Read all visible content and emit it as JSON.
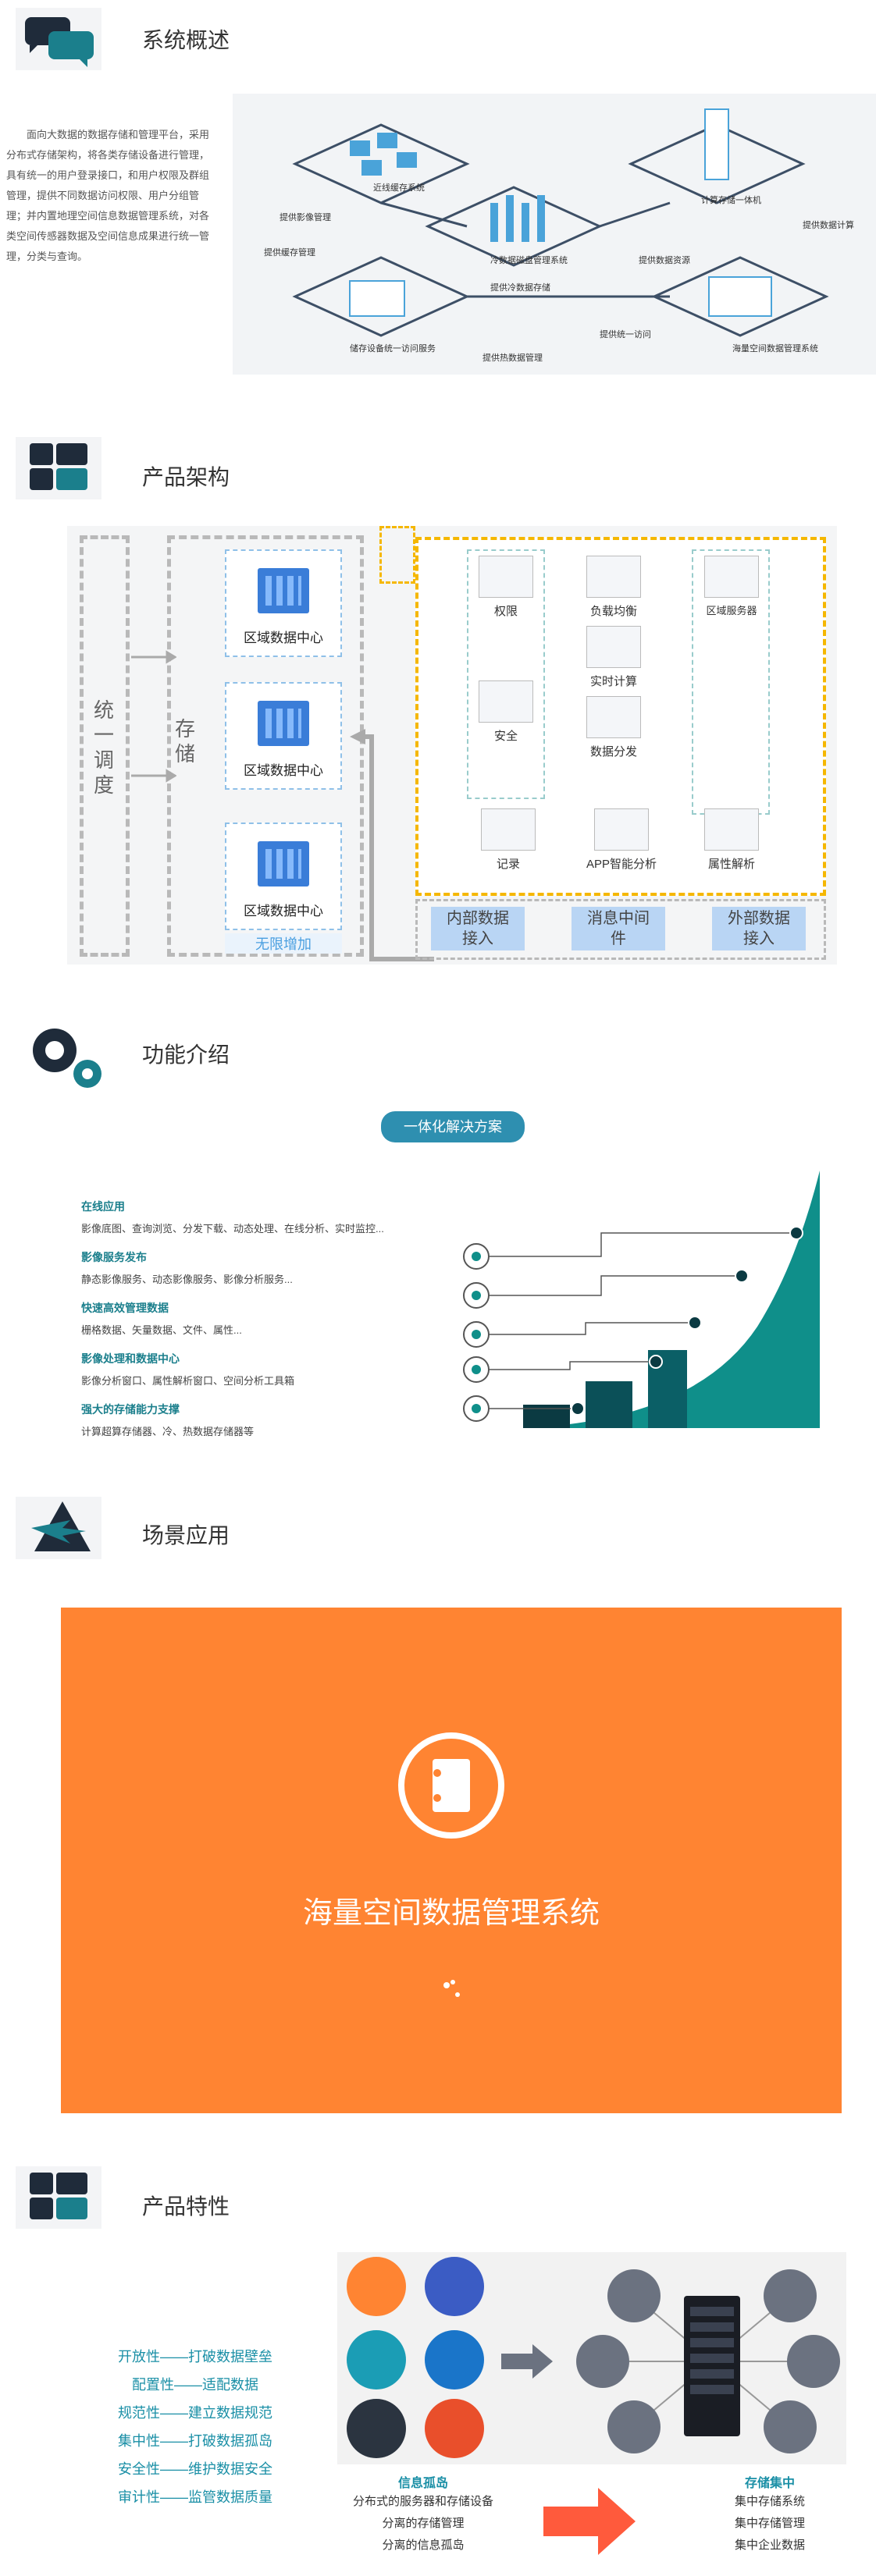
{
  "overview": {
    "title": "系统概述",
    "paragraph": "面向大数据的数据存储和管理平台，采用分布式存储架构，将各类存储设备进行管理，具有统一的用户登录接口，和用户权限及群组管理，提供不同数据访问权限、用户分组管理；并内置地理空间信息数据管理系统，对各类空间传感器数据及空间信息成果进行统一管理，分类与查询。",
    "diagram_labels": [
      "近线缓存系统",
      "计算存储一体机",
      "冷数据磁盘管理系统",
      "提供冷数据存储",
      "提供缓存管理",
      "提供热数据管理",
      "海量空间数据管理系统",
      "提供影像管理",
      "提供数据计算",
      "提供统一访问",
      "储存设备统一访问服务",
      "提供数据资源"
    ]
  },
  "architecture": {
    "title": "产品架构",
    "scheduling": "统一调度",
    "storage": "存储",
    "centers": [
      "区域数据中心",
      "区域数据中心",
      "区域数据中心"
    ],
    "unlimited": "无限增加",
    "modules": {
      "auth": "权限",
      "load": "负载均衡",
      "realtime": "实时计算",
      "security": "安全",
      "dist": "数据分发",
      "server": "区域服务器",
      "record": "记录",
      "app": "APP智能分析",
      "attr": "属性解析"
    },
    "bottom": [
      "内部数据接入",
      "消息中间件",
      "外部数据接入"
    ]
  },
  "features": {
    "title": "功能介绍",
    "pill": "一体化解决方案",
    "items": [
      {
        "h": "在线应用",
        "t": "影像底图、查询浏览、分发下载、动态处理、在线分析、实时监控..."
      },
      {
        "h": "影像服务发布",
        "t": "静态影像服务、动态影像服务、影像分析服务..."
      },
      {
        "h": "快速高效管理数据",
        "t": "栅格数据、矢量数据、文件、属性..."
      },
      {
        "h": "影像处理和数据中心",
        "t": "影像分析窗口、属性解析窗口、空间分析工具箱"
      },
      {
        "h": "强大的存储能力支撑",
        "t": "计算超算存储器、冷、热数据存储器等"
      }
    ]
  },
  "scenes": {
    "title": "场景应用",
    "banner": "海量空间数据管理系统"
  },
  "characteristics": {
    "title": "产品特性",
    "items": [
      "开放性——打破数据壁垒",
      "配置性——适配数据",
      "规范性——建立数据规范",
      "集中性——打破数据孤岛",
      "安全性——维护数据安全",
      "审计性——监管数据质量"
    ],
    "left_block": {
      "title": "信息孤岛",
      "lines": [
        "分布式的服务器和存储设备",
        "分离的存储管理",
        "分离的信息孤岛"
      ]
    },
    "right_block": {
      "title": "存储集中",
      "lines": [
        "集中存储系统",
        "集中存储管理",
        "集中企业数据"
      ]
    }
  },
  "colors": {
    "teal": "#1b7f8c",
    "orange": "#ff8432",
    "yellow": "#f5b700",
    "navy": "#1f2b3a"
  }
}
